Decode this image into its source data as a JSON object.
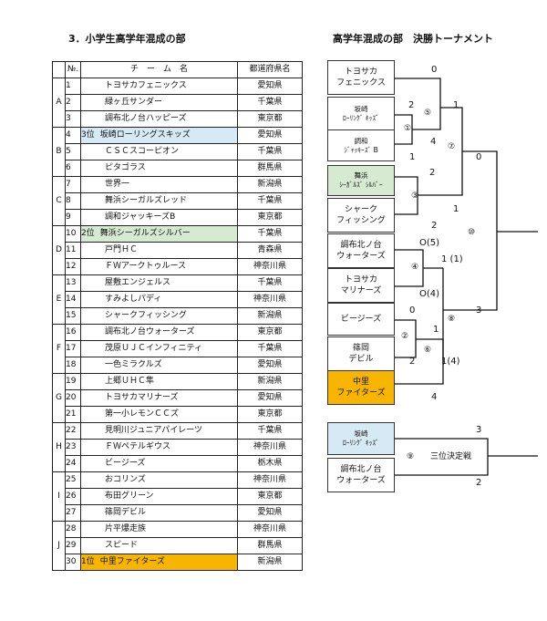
{
  "left_title": "3．小学生高学年混成の部",
  "right_title": "高学年混成の部　決勝トーナメント",
  "table": {
    "headers": {
      "no": "№.",
      "team": "チ　ー　ム　名",
      "pref": "都道府県名"
    },
    "groups": [
      "A",
      "B",
      "C",
      "D",
      "E",
      "F",
      "G",
      "H",
      "I",
      "J"
    ],
    "rows": [
      {
        "no": "1",
        "rank": "",
        "team": "トヨサカフェニックス",
        "pref": "愛知県"
      },
      {
        "no": "2",
        "rank": "",
        "team": "緑ヶ丘サンダー",
        "pref": "千葉県"
      },
      {
        "no": "3",
        "rank": "",
        "team": "調布北ノ台ハッピーズ",
        "pref": "東京都"
      },
      {
        "no": "4",
        "rank": "3位",
        "team": "坂崎ローリングスキッズ",
        "pref": "愛知県"
      },
      {
        "no": "5",
        "rank": "",
        "team": "ＣＳＣスコーピオン",
        "pref": "千葉県"
      },
      {
        "no": "6",
        "rank": "",
        "team": "ピタゴラス",
        "pref": "群馬県"
      },
      {
        "no": "7",
        "rank": "",
        "team": "世界一",
        "pref": "新潟県"
      },
      {
        "no": "8",
        "rank": "",
        "team": "舞浜シーガルズレッド",
        "pref": "千葉県"
      },
      {
        "no": "9",
        "rank": "",
        "team": "調和ジャッキーズB",
        "pref": "東京都"
      },
      {
        "no": "10",
        "rank": "2位",
        "team": "舞浜シーガルズシルバー",
        "pref": "千葉県"
      },
      {
        "no": "11",
        "rank": "",
        "team": "戸門ＨＣ",
        "pref": "青森県"
      },
      {
        "no": "12",
        "rank": "",
        "team": "ＦＷアークトゥルース",
        "pref": "神奈川県"
      },
      {
        "no": "13",
        "rank": "",
        "team": "屋敷エンジェルス",
        "pref": "千葉県"
      },
      {
        "no": "14",
        "rank": "",
        "team": "すみよしパディ",
        "pref": "神奈川県"
      },
      {
        "no": "15",
        "rank": "",
        "team": "シャークフィッシング",
        "pref": "新潟県"
      },
      {
        "no": "16",
        "rank": "",
        "team": "調布北ノ台ウォーターズ",
        "pref": "東京都"
      },
      {
        "no": "17",
        "rank": "",
        "team": "茂原ＵＪＣインフィニティ",
        "pref": "千葉県"
      },
      {
        "no": "18",
        "rank": "",
        "team": "一色ミラクルズ",
        "pref": "愛知県"
      },
      {
        "no": "19",
        "rank": "",
        "team": "上郷ＵＨＣ隼",
        "pref": "新潟県"
      },
      {
        "no": "20",
        "rank": "",
        "team": "トヨサカマリナーズ",
        "pref": "愛知県"
      },
      {
        "no": "21",
        "rank": "",
        "team": "第一小レモンＣＣズ",
        "pref": "東京都"
      },
      {
        "no": "22",
        "rank": "",
        "team": "見明川ジュニアパイレーツ",
        "pref": "千葉県"
      },
      {
        "no": "23",
        "rank": "",
        "team": "ＦＷペテルギウス",
        "pref": "神奈川県"
      },
      {
        "no": "24",
        "rank": "",
        "team": "ビージーズ",
        "pref": "栃木県"
      },
      {
        "no": "25",
        "rank": "",
        "team": "おコリンズ",
        "pref": "神奈川県"
      },
      {
        "no": "26",
        "rank": "",
        "team": "布田グリーン",
        "pref": "東京都"
      },
      {
        "no": "27",
        "rank": "",
        "team": "篠岡デビル",
        "pref": "愛知県"
      },
      {
        "no": "28",
        "rank": "",
        "team": "片平爆走族",
        "pref": "神奈川県"
      },
      {
        "no": "29",
        "rank": "",
        "team": "スピード",
        "pref": "群馬県"
      },
      {
        "no": "30",
        "rank": "1位",
        "team": "中里ファイターズ",
        "pref": "新潟県"
      }
    ]
  },
  "bracket": {
    "teams": [
      {
        "name": "トヨサカ\nフェニックス",
        "color": ""
      },
      {
        "name": "坂崎\nﾛｰﾘﾝｸﾞ ｷｯｽﾞ",
        "color": "",
        "small": true
      },
      {
        "name": "調和\nｼﾞｬｯｷｰｽﾞ B",
        "color": "",
        "small": true
      },
      {
        "name": "舞浜\nｼｰｶﾞﾙｽﾞ ｼﾙﾊﾞｰ",
        "color": "green",
        "small": true
      },
      {
        "name": "シャーク\nフィッシング",
        "color": ""
      },
      {
        "name": "調布北ノ台\nウォーターズ",
        "color": ""
      },
      {
        "name": "トヨサカ\nマリナーズ",
        "color": ""
      },
      {
        "name": "ビージーズ",
        "color": ""
      },
      {
        "name": "篠岡\nデビル",
        "color": ""
      },
      {
        "name": "中里\nファイターズ",
        "color": "gold"
      }
    ],
    "third_place": {
      "teams": [
        {
          "name": "坂崎\nﾛｰﾘﾝｸﾞ ｷｯｽﾞ",
          "color": "blue",
          "small": true
        },
        {
          "name": "調布北ノ台\nウォーターズ",
          "color": ""
        }
      ],
      "match_no": "⑨",
      "label": "三位決定戦",
      "scores": [
        "3",
        "2"
      ]
    },
    "match_numbers": [
      "①",
      "②",
      "③",
      "④",
      "⑤",
      "⑥",
      "⑦",
      "⑧",
      "⑩"
    ],
    "scores": {
      "s1": "0",
      "s2": "2",
      "s3": "1",
      "s4": "1",
      "s5": "4",
      "s6": "2",
      "s7": "0",
      "s8": "1",
      "s9": "2",
      "s10": "O(5)",
      "s11": "1 (1)",
      "s12": "O(4)",
      "s13": "0",
      "s14": "1",
      "s15": "2",
      "s16": "1(4)",
      "s17": "3",
      "s18": "4"
    }
  },
  "colors": {
    "blue": "#d6eaf5",
    "green": "#d5ead0",
    "gold": "#f7b500"
  }
}
